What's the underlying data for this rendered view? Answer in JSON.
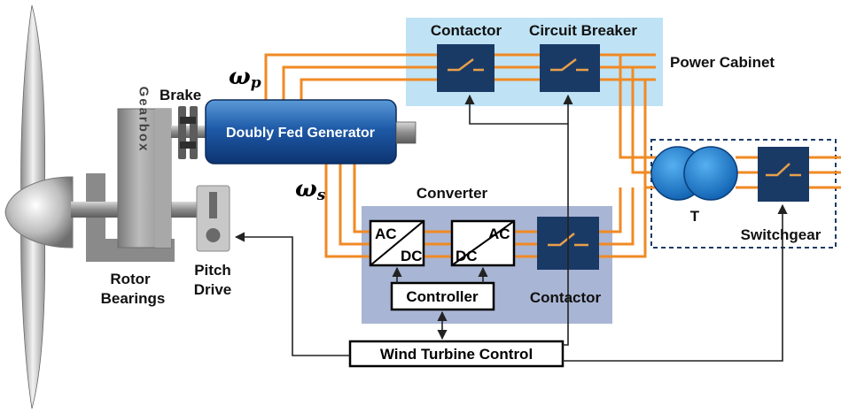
{
  "labels": {
    "brake": "Brake",
    "gearbox": "Gearbox",
    "generator": "Doubly Fed Generator",
    "omega_p_base": "ω",
    "omega_p_sub": "p",
    "omega_s_base": "ω",
    "omega_s_sub": "s",
    "rotor_bearings_line1": "Rotor",
    "rotor_bearings_line2": "Bearings",
    "pitch_drive_line1": "Pitch",
    "pitch_drive_line2": "Drive",
    "contactor_top": "Contactor",
    "circuit_breaker": "Circuit Breaker",
    "power_cabinet": "Power Cabinet",
    "converter": "Converter",
    "ac1": "AC",
    "dc1": "DC",
    "dc2": "DC",
    "ac2": "AC",
    "controller": "Controller",
    "contactor_bottom": "Contactor",
    "wind_turbine_control": "Wind Turbine Control",
    "transformer": "T",
    "switchgear": "Switchgear"
  },
  "colors": {
    "power_line": "#f08a24",
    "control_line": "#222222",
    "power_cabinet_bg": "#bfe3f5",
    "converter_bg": "#a9b5d4",
    "switch_box": "#1a3a66",
    "switch_symbol": "#e8a04a",
    "generator": "#1e5aa8",
    "transformer": "#1f7fd0",
    "gearbox": "#9a9a9a"
  }
}
